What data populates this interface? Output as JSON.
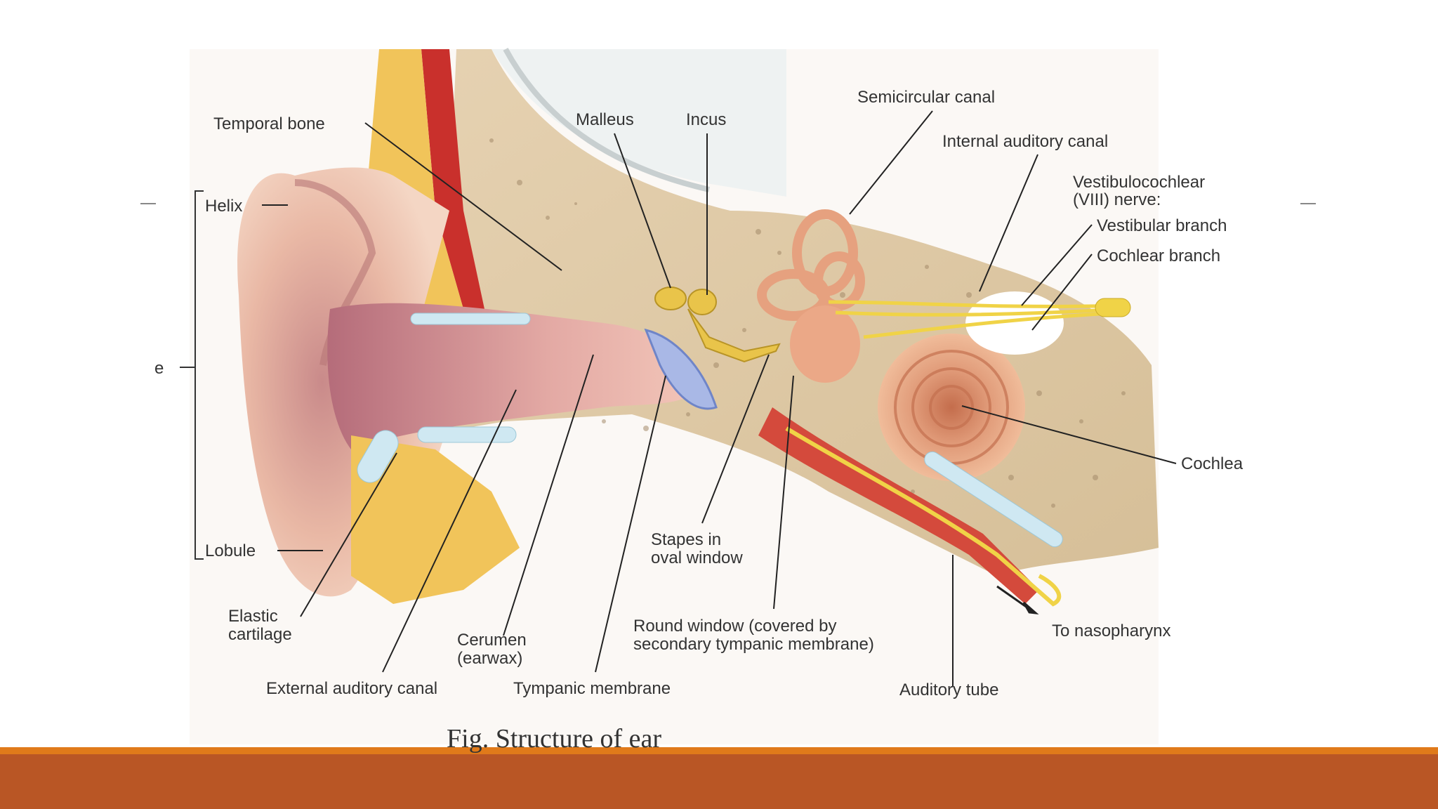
{
  "figure": {
    "caption": "Fig. Structure of ear",
    "labels": {
      "temporal_bone": "Temporal bone",
      "malleus": "Malleus",
      "incus": "Incus",
      "semicircular_canal": "Semicircular canal",
      "internal_auditory_canal": "Internal auditory canal",
      "vestibulocochlear_1": "Vestibulocochlear",
      "vestibulocochlear_2": "(VIII) nerve:",
      "vestibular_branch": "Vestibular branch",
      "cochlear_branch": "Cochlear branch",
      "helix": "Helix",
      "e": "e",
      "lobule": "Lobule",
      "cochlea": "Cochlea",
      "stapes_1": "Stapes in",
      "stapes_2": "oval window",
      "elastic_1": "Elastic",
      "elastic_2": "cartilage",
      "cerumen_1": "Cerumen",
      "cerumen_2": "(earwax)",
      "round_window_1": "Round window (covered by",
      "round_window_2": "secondary tympanic membrane)",
      "to_nasopharynx": "To nasopharynx",
      "external_auditory_canal": "External auditory canal",
      "tympanic_membrane": "Tympanic membrane",
      "auditory_tube": "Auditory tube"
    }
  },
  "colors": {
    "bar_top": "#e07a1a",
    "bar_main": "#b95625"
  }
}
